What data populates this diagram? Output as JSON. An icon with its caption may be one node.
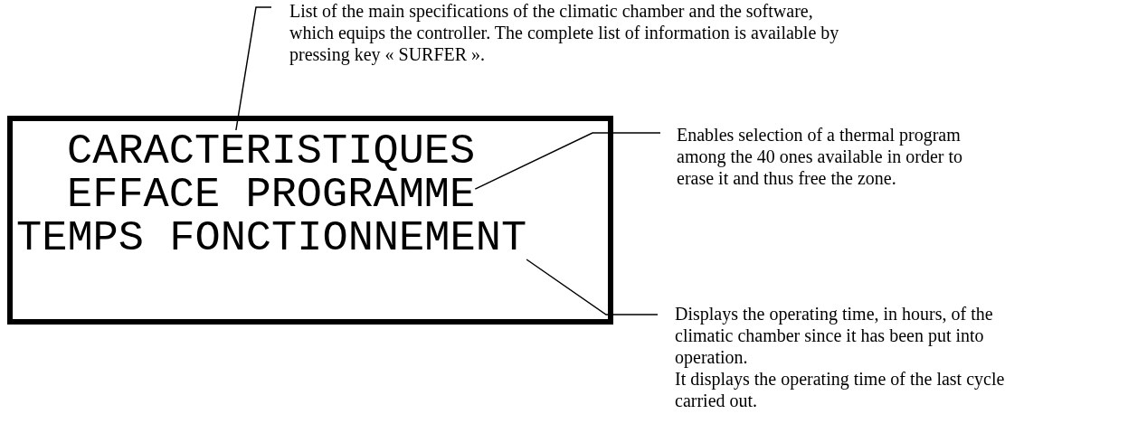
{
  "diagram": {
    "nodes": [
      {
        "text": [],
        "shape": "box"
      },
      {
        "text": [
          "CARACTERISTIQUES"
        ],
        "in": 0
      },
      {
        "text": [
          "EFFACE PROGRAMME"
        ],
        "in": 0
      },
      {
        "text": [
          "TEMPS FONCTIONNEMENT"
        ],
        "in": 0
      },
      {
        "text": [
          "List of the main specifications of the climatic chamber and the software, which equips the controller. The complete list of information is available by pressing key « SURFER »."
        ]
      },
      {
        "text": [
          "Enables selection of a thermal program among the 40 ones available in order to erase it and thus free the zone."
        ]
      },
      {
        "text": [
          "Displays the operating time, in hours, of the climatic chamber since it has been put into operation.",
          "It displays the operating time of the last cycle carried out."
        ]
      }
    ],
    "edges": [
      {
        "from": 4,
        "to": 1,
        "arrow": "none"
      },
      {
        "from": 5,
        "to": 2,
        "arrow": "none"
      },
      {
        "from": 6,
        "to": 3,
        "arrow": "none"
      }
    ]
  }
}
